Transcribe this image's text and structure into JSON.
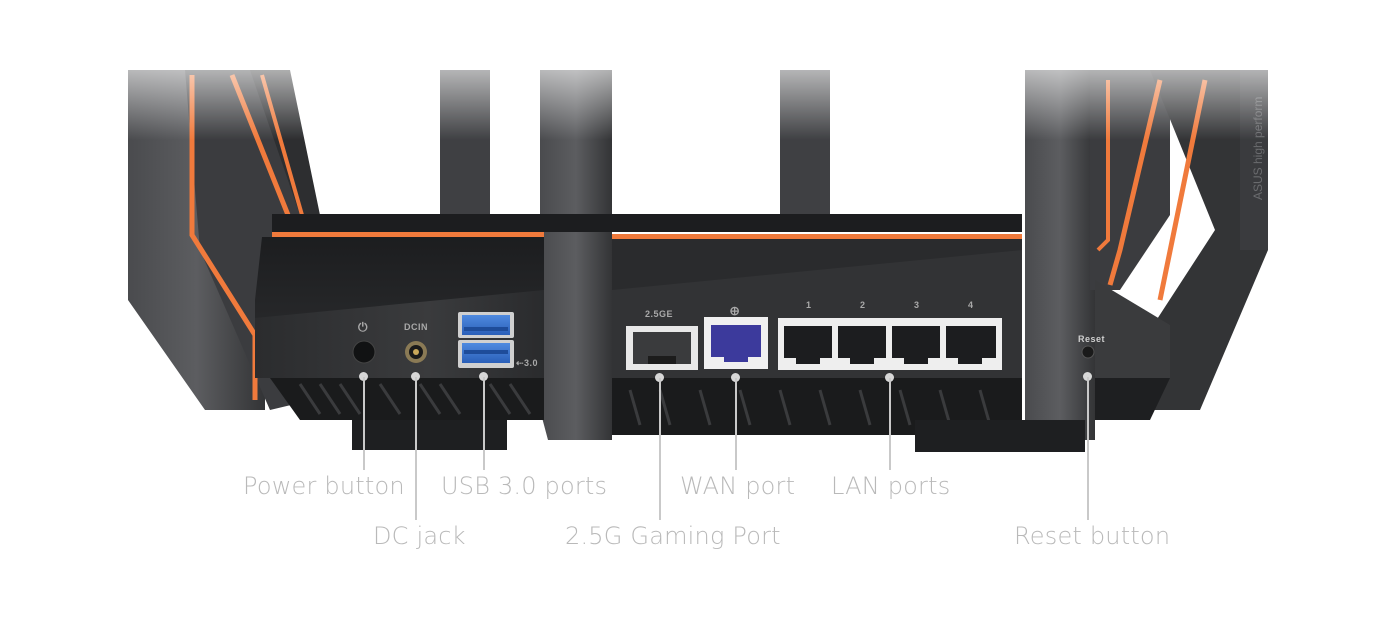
{
  "product": {
    "side_text": "ASUS high perform",
    "accent_color": "#f07a3c",
    "body_color": "#2a2b2d"
  },
  "panel_markings": {
    "power_symbol": "⏻",
    "dcin": "DCIN",
    "usb": "⇠3.0",
    "gaming_port": "2.5GE",
    "wan_symbol": "🜨",
    "lan_numbers": [
      "1",
      "2",
      "3",
      "4"
    ],
    "reset": "Reset"
  },
  "callouts": {
    "power_button": "Power button",
    "dc_jack": "DC jack",
    "usb_ports": "USB 3.0 ports",
    "gaming_port": "2.5G Gaming Port",
    "wan_port": "WAN port",
    "lan_ports": "LAN ports",
    "reset_button": "Reset button"
  },
  "colors": {
    "callout_text": "#b9b9b9",
    "usb_blue": "#2f6fd0",
    "wan_port_blue": "#3c3a9c"
  }
}
